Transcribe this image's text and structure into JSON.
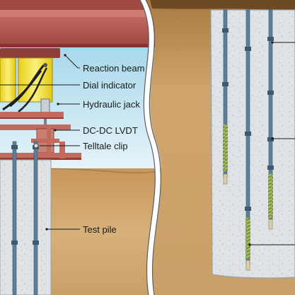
{
  "labels": {
    "reaction_beam": "Reaction beam",
    "dial_indicator": "Dial indicator",
    "hydraulic_jack": "Hydraulic jack",
    "lvdt": "DC-DC LVDT",
    "telltale_clip": "Telltale clip",
    "test_pile": "Test pile"
  },
  "colors": {
    "sky_top": "#9fd4e8",
    "sky_bottom": "#e4f4f8",
    "soil": "#b98b4e",
    "soil_light": "#d4a96c",
    "beam": "#b0554e",
    "jack": "#f2e23a",
    "plate": "#c86a5c",
    "pile": "#dfe3e6",
    "rod": "#5b7b95",
    "strain_gauge": "#6e8a3a"
  }
}
